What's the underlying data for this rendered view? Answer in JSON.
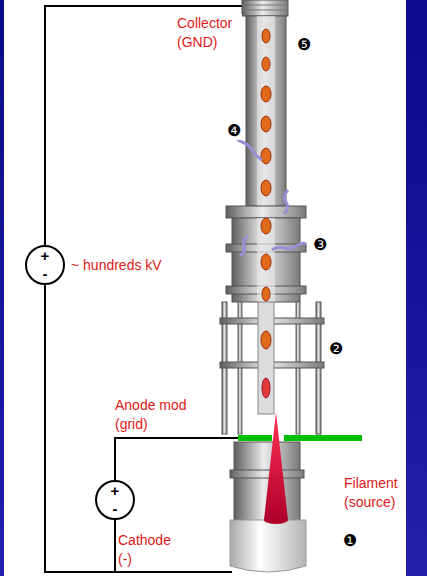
{
  "diagram": {
    "nodes": [
      {
        "text": [
          "+",
          "-"
        ]
      },
      {
        "text": [
          "+",
          "-"
        ]
      }
    ],
    "edges": [
      {
        "from": 0,
        "to": 1,
        "arrow": "none"
      }
    ],
    "labels": [
      "Collector (GND)",
      "❺",
      "❹",
      "❸",
      "~ hundreds kV",
      "❷",
      "Anode mod (grid)",
      "Filament (source)",
      "❶",
      "Cathode (-)"
    ]
  }
}
